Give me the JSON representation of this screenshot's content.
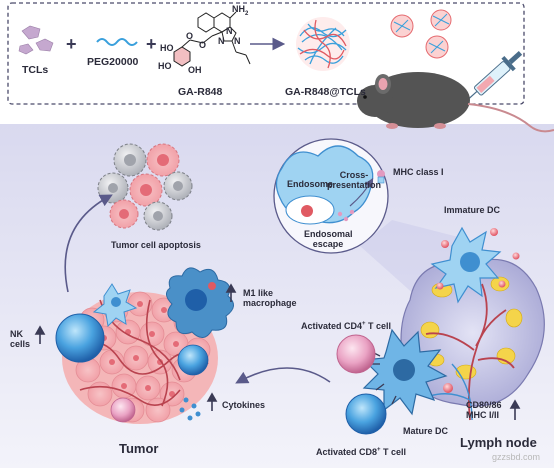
{
  "header": {
    "tcls": "TCLs",
    "peg": "PEG20000",
    "ga_r848": "GA-R848",
    "ga_r848_tcls": "GA-R848@TCLs",
    "nh2": "NH",
    "nh2_sub": "2",
    "ho": "HO",
    "ho2": "HO",
    "oh": "OH",
    "o_top": "O",
    "o_ring": "O",
    "n1": "N",
    "n2": "N",
    "n3": "N"
  },
  "inset": {
    "endosome": "Endosome",
    "cross_presentation_1": "Cross-",
    "cross_presentation_2": "presentation",
    "mhc_class_i": "MHC class I",
    "endosomal_escape_1": "Endosomal",
    "endosomal_escape_2": "escape"
  },
  "labels": {
    "tumor_cell_apoptosis": "Tumor cell apoptosis",
    "immature_dc": "Immature DC",
    "m1_1": "M1 like",
    "m1_2": "macrophage",
    "activated_cd4_pre": "Activated CD4",
    "activated_cd4_sup": "+",
    "activated_cd4_post": " T cell",
    "nk_1": "NK",
    "nk_2": "cells",
    "cytokines": "Cytokines",
    "tumor": "Tumor",
    "activated_cd8_pre": "Activated CD8",
    "activated_cd8_sup": "+",
    "activated_cd8_post": " T cell",
    "mature_dc": "Mature DC",
    "cd80_86": "CD80/86",
    "mhc_i_ii": "MHC I/II",
    "lymph_node": "Lymph node",
    "watermark": "gzzsbd.com"
  },
  "colors": {
    "header_border": "#4a4a6a",
    "arrow": "#5a5a8a",
    "mouse": "#4d4d4d",
    "tumor_cell": "#f4b6b8",
    "tumor_nucleus": "#e46b77",
    "dc_blue": "#3f8fd0",
    "dc_light": "#9fd3f2",
    "lymph": "#a9a9d6",
    "vessel": "#b9434f",
    "follicle": "#f4d44a",
    "peg_blue": "#3aa0dc"
  }
}
